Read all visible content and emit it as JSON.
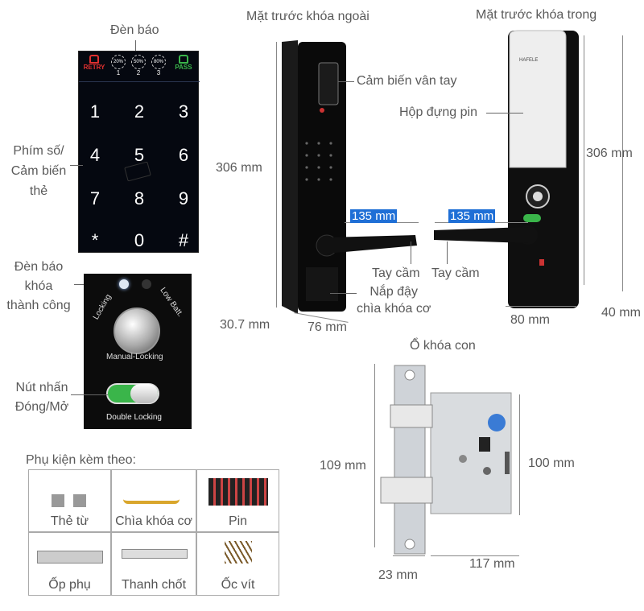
{
  "keypad": {
    "title": "Đèn báo",
    "top_icons": [
      {
        "label": "RETRY",
        "color": "#e0302f"
      },
      {
        "label": "20%",
        "sub": "1",
        "color": "#ffffff"
      },
      {
        "label": "50%",
        "sub": "2",
        "color": "#ffffff"
      },
      {
        "label": "80%",
        "sub": "3",
        "color": "#ffffff"
      },
      {
        "label": "PASS",
        "color": "#3ab54a"
      }
    ],
    "keys": [
      "1",
      "2",
      "3",
      "4",
      "5",
      "6",
      "7",
      "8",
      "9",
      "*",
      "0",
      "#"
    ],
    "side_label": [
      "Phím số/",
      "Cảm biến",
      "thẻ"
    ]
  },
  "panel": {
    "success_label": [
      "Đèn báo",
      "khóa",
      "thành công"
    ],
    "button_label": [
      "Nút nhấn",
      "Đóng/Mở"
    ],
    "locking": "Locking",
    "low_batt": "Low Batt.",
    "manual": "Manual-Locking",
    "double": "Double Locking"
  },
  "front": {
    "title": "Mặt trước khóa ngoài",
    "fingerprint": "Cảm biến vân tay",
    "height": "306 mm",
    "width_handle": "135 mm",
    "handle": "Tay cầm",
    "cover": [
      "Nắp đậy",
      "chìa khóa cơ"
    ],
    "depth": "30.7 mm",
    "width": "76 mm"
  },
  "back": {
    "title": "Mặt trước khóa trong",
    "battery": "Hộp đựng pin",
    "height": "306 mm",
    "width_handle": "135 mm",
    "handle": "Tay cầm",
    "width": "80 mm",
    "depth": "40 mm",
    "brand": "HAFELE"
  },
  "mortise": {
    "title": "Ổ khóa con",
    "h1": "109 mm",
    "h2": "100 mm",
    "w1": "23 mm",
    "w2": "117 mm"
  },
  "accessories": {
    "title": "Phụ kiện kèm theo:",
    "items": [
      "Thẻ từ",
      "Chìa khóa cơ",
      "Pin",
      "Ốp phụ",
      "Thanh chốt",
      "Ốc vít"
    ]
  },
  "colors": {
    "highlight": "#1f6fd6",
    "retry": "#e0302f",
    "pass": "#3ab54a"
  }
}
